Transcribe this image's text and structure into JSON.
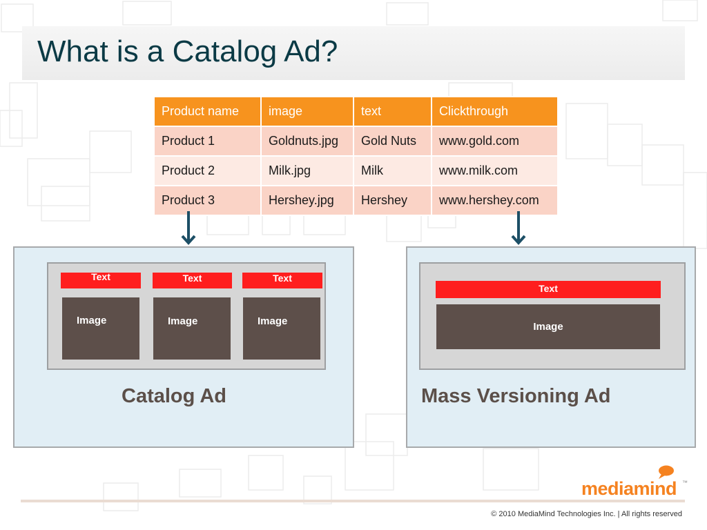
{
  "title": "What is a Catalog Ad?",
  "table": {
    "headers": [
      "Product name",
      "image",
      "text",
      "Clickthrough"
    ],
    "rows": [
      [
        "Product 1",
        "Goldnuts.jpg",
        "Gold Nuts",
        "www.gold.com"
      ],
      [
        "Product 2",
        "Milk.jpg",
        "Milk",
        "www.milk.com"
      ],
      [
        "Product 3",
        "Hershey.jpg",
        "Hershey",
        "www.hershey.com"
      ]
    ]
  },
  "catalog_ad": {
    "caption": "Catalog Ad",
    "units": [
      {
        "text": "Text",
        "image": "Image"
      },
      {
        "text": "Text",
        "image": "Image"
      },
      {
        "text": "Text",
        "image": "Image"
      }
    ]
  },
  "mass_versioning_ad": {
    "caption": "Mass Versioning Ad",
    "text": "Text",
    "image": "Image"
  },
  "logo": {
    "text": "mediamind",
    "tm": "™"
  },
  "footer": {
    "copyright": "© 2010 MediaMind Technologies Inc. | All rights reserved"
  },
  "colors": {
    "table_header": "#f7931e",
    "text_bar": "#ff1e1e",
    "image_box": "#5d4f4a",
    "panel_bg": "#e1eef5",
    "arrow": "#1d4f66",
    "brand": "#f58220"
  }
}
